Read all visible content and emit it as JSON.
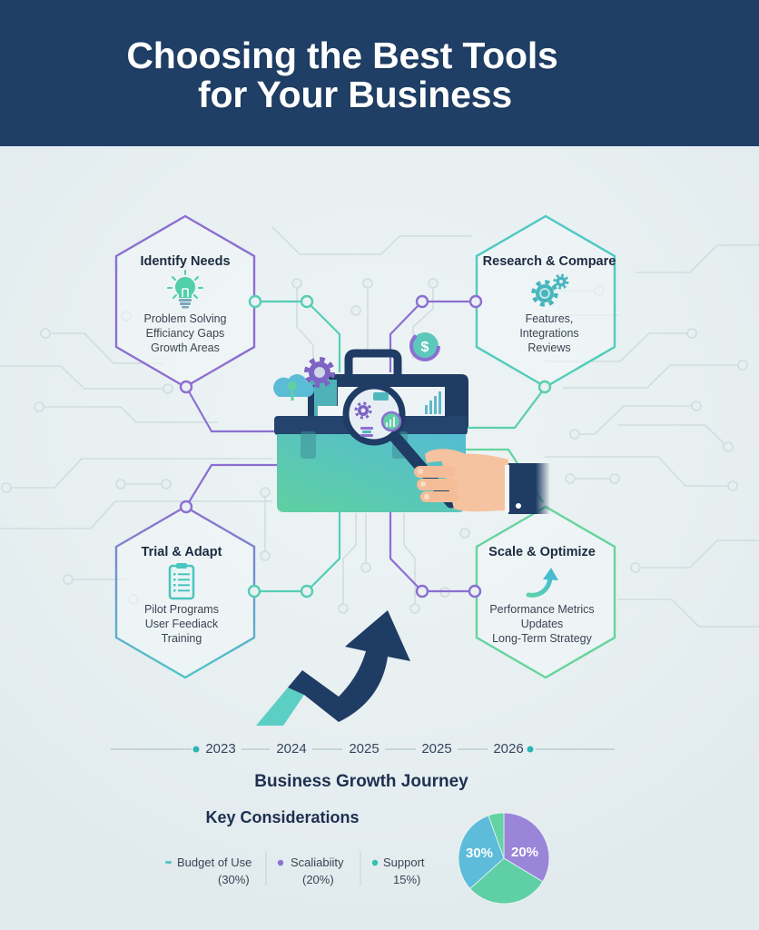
{
  "header": {
    "title_line1": "Choosing the Best Tools",
    "title_line2": "for Your Business"
  },
  "steps": [
    {
      "title": "Identify Needs",
      "icon": "lightbulb-icon",
      "items": [
        "Problem Solving",
        "Efficiancy Gaps",
        "Growth Areas"
      ]
    },
    {
      "title": "Research & Compare",
      "icon": "gears-icon",
      "items": [
        "Features,",
        "Integrations",
        "Reviews"
      ]
    },
    {
      "title": "Trial & Adapt",
      "icon": "clipboard-icon",
      "items": [
        "Pilot Programs",
        "User Feediack",
        "Training"
      ]
    },
    {
      "title": "Scale & Optimize",
      "icon": "curved-arrow-up-icon",
      "items": [
        "Performance Metrics",
        "Updates",
        "Long-Term Strategy"
      ]
    }
  ],
  "center_graphic": {
    "elements": [
      "toolbox-icon",
      "magnifying-glass-icon",
      "hand-icon",
      "gear-icon",
      "cloud-icon",
      "dollar-coin-icon",
      "growth-arrow-icon"
    ],
    "coin_symbol": "$"
  },
  "timeline": {
    "years": [
      "2023",
      "2024",
      "2025",
      "2025",
      "2026"
    ],
    "caption": "Business Growth Journey"
  },
  "considerations": {
    "title": "Key Considerations",
    "items": [
      {
        "label": "Budget of Use",
        "value": "(30%)",
        "color": "#5bc5c8"
      },
      {
        "label": "Scaliabiity",
        "value": "(20%)",
        "color": "#8b73cf"
      },
      {
        "label": "Support",
        "value": "15%)",
        "color": "#2fc0b0"
      }
    ]
  },
  "colors": {
    "header_bg": "#1f3f66",
    "navy": "#1f3c64",
    "purple": "#8c6fd2",
    "teal": "#4ec7c7",
    "green": "#66d49e",
    "background": "#e6eef0"
  },
  "chart_data": {
    "type": "pie",
    "title": "",
    "labels": [
      "20%",
      "",
      "30%",
      ""
    ],
    "values": [
      33.6,
      29.7,
      31.1,
      5.6
    ],
    "slices": [
      {
        "label": "20%",
        "color": "#9b85d8",
        "start_deg": 0,
        "end_deg": 121,
        "share_est": 33.6
      },
      {
        "label": "",
        "color": "#5fd0a5",
        "start_deg": 121,
        "end_deg": 228,
        "share_est": 29.7
      },
      {
        "label": "30%",
        "color": "#5cbcda",
        "start_deg": 228,
        "end_deg": 340,
        "share_est": 31.1
      },
      {
        "label": "",
        "color": "#63d3a3",
        "start_deg": 340,
        "end_deg": 360,
        "share_est": 5.6
      }
    ],
    "legend": [
      "Budget of Use (30%)",
      "Scaliabiity (20%)",
      "Support 15%)"
    ],
    "legend_position": "left"
  }
}
